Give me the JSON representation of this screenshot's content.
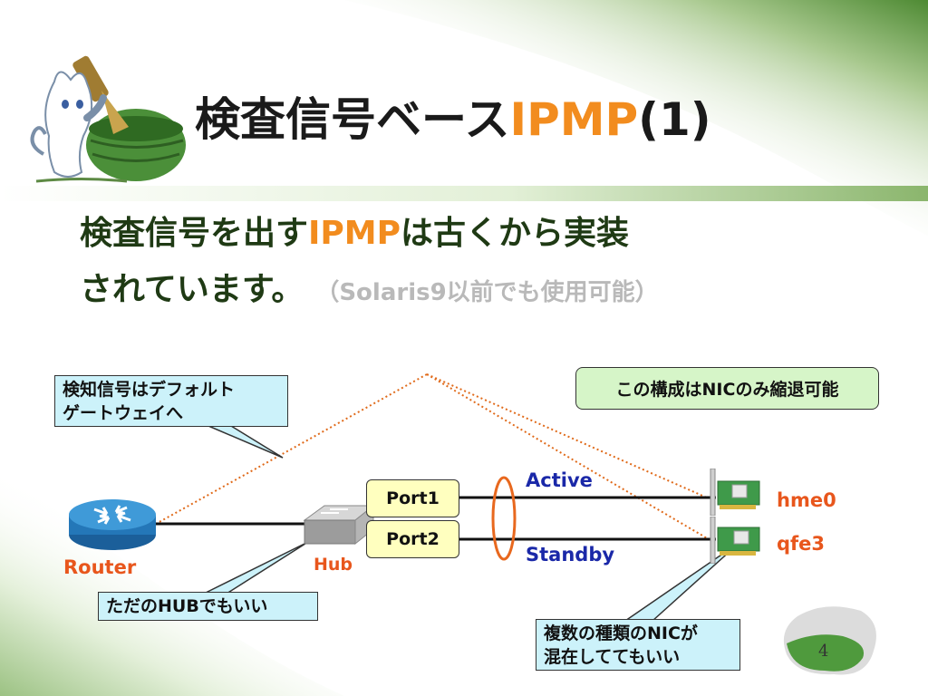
{
  "title": {
    "main": "検査信号ベース",
    "accent": "IPMP",
    "suffix": "(1)"
  },
  "body": {
    "line1_pre": "検査信号を出す",
    "line1_accent": "IPMP",
    "line1_post": "は古くから実装",
    "line2": "されています。",
    "note": "（Solaris9以前でも使用可能）"
  },
  "diagram": {
    "callout_gateway": [
      "検知信号はデフォルト",
      "ゲートウェイへ"
    ],
    "callout_nic_only": "この構成はNICのみ縮退可能",
    "callout_hub": "ただのHUBでもいい",
    "callout_mixed_nic": [
      "複数の種類のNICが",
      "混在しててもいい"
    ],
    "router_label": "Router",
    "hub_label": "Hub",
    "port1": "Port1",
    "port2": "Port2",
    "active_label": "Active",
    "standby_label": "Standby",
    "nic1": "hme0",
    "nic2": "qfe3"
  },
  "page_number": "4",
  "colors": {
    "accent": "#f28c1e",
    "callout_bg": "#ccf2fa",
    "green_box": "#d6f5c8",
    "port_bg": "#ffffbf",
    "label_orange": "#e8561c",
    "label_blue": "#1a28a8",
    "dotted_line": "#e06a1a"
  },
  "icons": [
    "cat-mascot-icon",
    "router-icon",
    "hub-icon",
    "nic-card-icon",
    "slide-number-blob-icon"
  ]
}
